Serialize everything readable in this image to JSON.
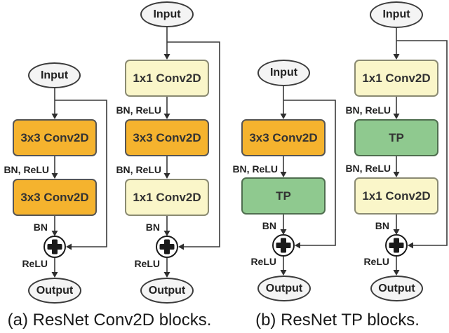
{
  "captions": {
    "a": "(a) ResNet Conv2D blocks.",
    "b": "(b) ResNet TP blocks."
  },
  "columns": [
    {
      "id": "conv2d-basic",
      "input": "Input",
      "block1": "3x3 Conv2D",
      "label1": "BN, ReLU",
      "block2": "3x3 Conv2D",
      "label_bn": "BN",
      "label_relu": "ReLU",
      "output": "Output"
    },
    {
      "id": "conv2d-bottleneck",
      "input": "Input",
      "block1": "1x1 Conv2D",
      "label1": "BN, ReLU",
      "block2": "3x3 Conv2D",
      "label2": "BN, ReLU",
      "block3": "1x1 Conv2D",
      "label_bn": "BN",
      "label_relu": "ReLU",
      "output": "Output"
    },
    {
      "id": "tp-basic",
      "input": "Input",
      "block1": "3x3 Conv2D",
      "label1": "BN, ReLU",
      "block2": "TP",
      "label_bn": "BN",
      "label_relu": "ReLU",
      "output": "Output"
    },
    {
      "id": "tp-bottleneck",
      "input": "Input",
      "block1": "1x1 Conv2D",
      "label1": "BN, ReLU",
      "block2": "TP",
      "label2": "BN, ReLU",
      "block3": "1x1 Conv2D",
      "label_bn": "BN",
      "label_relu": "ReLU",
      "output": "Output"
    }
  ],
  "icons": {
    "add_merge": "plus-in-circle"
  },
  "colors": {
    "conv3x3_fill": "#F5B32E",
    "conv1x1_fill": "#FAF6C9",
    "tp_fill": "#8FC98F",
    "terminal_fill": "#F4F4F4",
    "line": "#3A3A3A",
    "text": "#333333"
  }
}
